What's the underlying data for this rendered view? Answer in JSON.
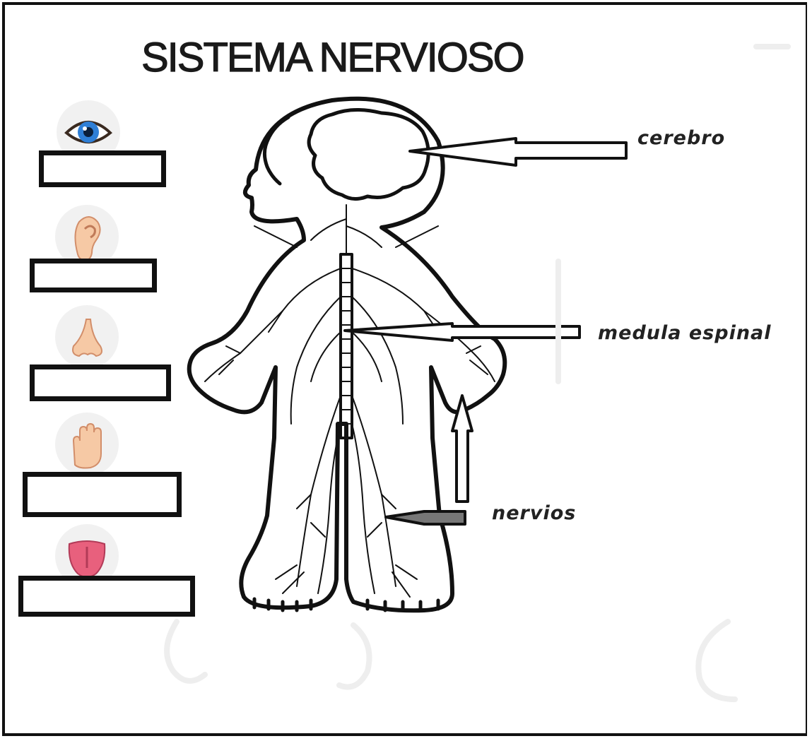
{
  "title": "SISTEMA NERVIOSO",
  "labels": {
    "brain": "cerebro",
    "spinal_cord": "medula espinal",
    "nerves": "nervios"
  },
  "senses": [
    {
      "icon": "eye-icon"
    },
    {
      "icon": "ear-icon"
    },
    {
      "icon": "nose-icon"
    },
    {
      "icon": "hand-icon"
    },
    {
      "icon": "tongue-icon"
    }
  ],
  "colors": {
    "outline": "#111111",
    "skin": "#f6c9a5",
    "iris": "#2f7fd6",
    "tongue": "#e8607d"
  }
}
